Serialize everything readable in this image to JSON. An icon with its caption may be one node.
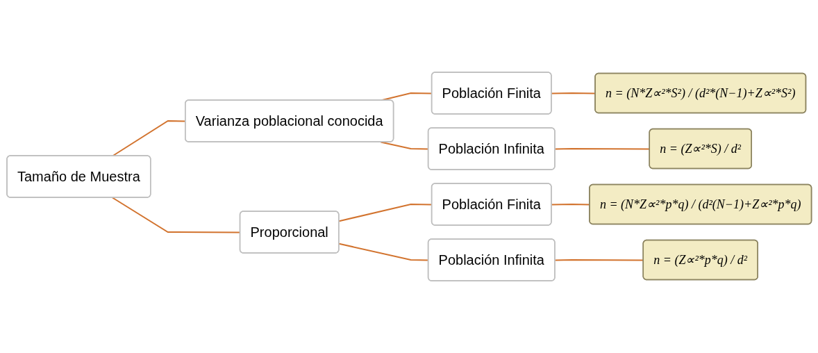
{
  "diagram": {
    "nodes": [
      {
        "text": [
          "Tamaño de Muestra"
        ]
      },
      {
        "text": [
          "Varianza poblacional conocida"
        ]
      },
      {
        "text": [
          "Población Finita"
        ]
      },
      {
        "text": [
          "n = (N*Z∝²*S²) / (d²*(N−1)+Z∝²*S²)"
        ]
      },
      {
        "text": [
          "Población Infinita"
        ]
      },
      {
        "text": [
          "n = (Z∝²*S) / d²"
        ]
      },
      {
        "text": [
          "Proporcional"
        ]
      },
      {
        "text": [
          "Población Finita"
        ]
      },
      {
        "text": [
          "n = (N*Z∝²*p*q) / (d²(N−1)+Z∝²*p*q)"
        ]
      },
      {
        "text": [
          "Población Infinita"
        ]
      },
      {
        "text": [
          "n = (Z∝²*p*q) / d²"
        ]
      }
    ],
    "edges": [
      {
        "from": 0,
        "to": 1,
        "arrow": "none"
      },
      {
        "from": 0,
        "to": 6,
        "arrow": "none"
      },
      {
        "from": 1,
        "to": 2,
        "arrow": "none"
      },
      {
        "from": 1,
        "to": 4,
        "arrow": "none"
      },
      {
        "from": 2,
        "to": 3,
        "arrow": "none"
      },
      {
        "from": 4,
        "to": 5,
        "arrow": "none"
      },
      {
        "from": 6,
        "to": 7,
        "arrow": "none"
      },
      {
        "from": 6,
        "to": 9,
        "arrow": "none"
      },
      {
        "from": 7,
        "to": 8,
        "arrow": "none"
      },
      {
        "from": 9,
        "to": 10,
        "arrow": "none"
      }
    ]
  }
}
